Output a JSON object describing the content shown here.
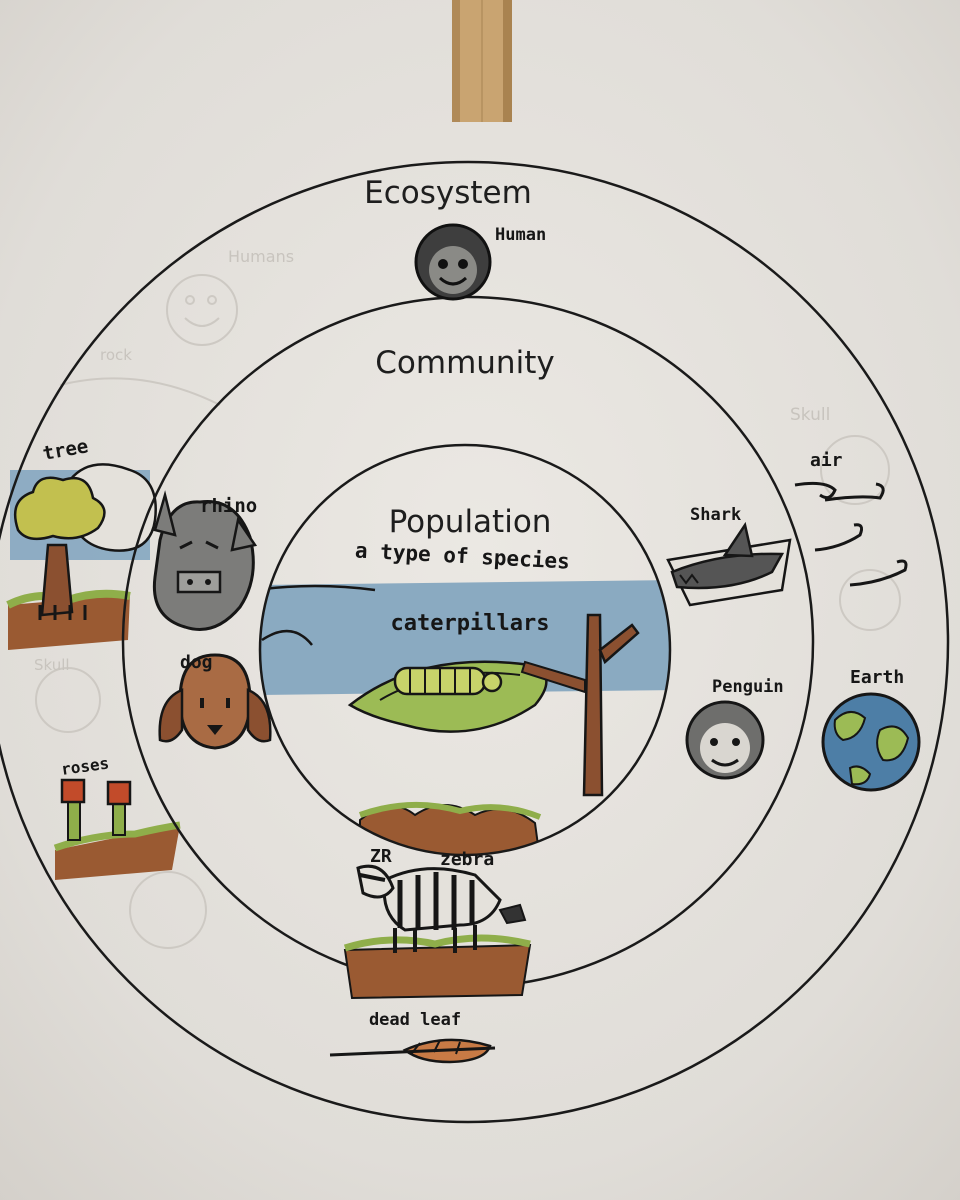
{
  "rings": {
    "outer": "Ecosystem",
    "middle": "Community",
    "inner": "Population"
  },
  "inner_caption": "a type of species",
  "labels": {
    "human": "Human",
    "tree": "tree",
    "rhino": "rhino",
    "dog": "dog",
    "roses": "roses",
    "shark": "Shark",
    "air": "air",
    "penguin": "Penguin",
    "earth": "Earth",
    "caterpillars": "caterpillars",
    "zebra": "zebra",
    "zebra_prefix": "ZR",
    "dead_leaf": "dead leaf"
  },
  "erased_labels": {
    "humans": "Humans",
    "rock": "rock",
    "skull_left": "Skull",
    "skull_right": "Skull"
  },
  "colors": {
    "paper": "#e6e3de",
    "ink": "#161616",
    "sky_blue": "#7fa3be",
    "grass_green": "#8fae4a",
    "soil_brown": "#9a5a32",
    "bark_brown": "#8b5030",
    "clothespin": "#c9a471"
  }
}
